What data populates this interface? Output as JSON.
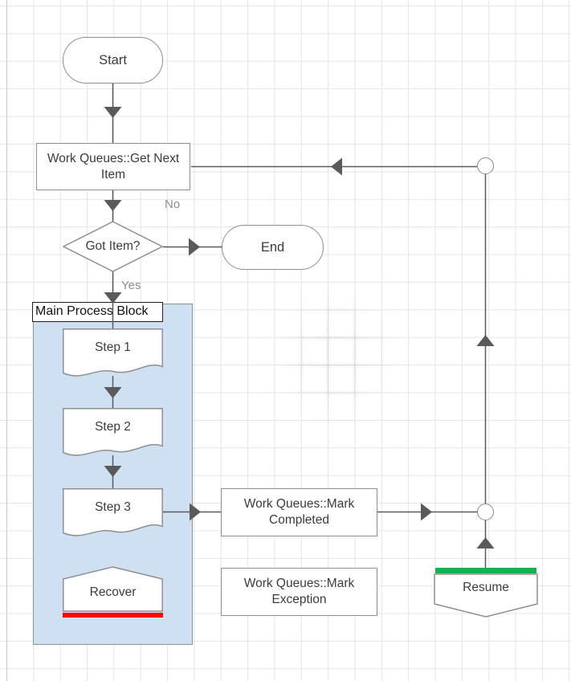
{
  "nodes": {
    "start": "Start",
    "get_next_item": "Work Queues::Get Next Item",
    "got_item": "Got Item?",
    "end": "End",
    "main_block": "Main Process Block",
    "step_1": "Step 1",
    "step_2": "Step 2",
    "step_3": "Step 3",
    "recover": "Recover",
    "mark_completed": "Work Queues::Mark Completed",
    "mark_exception": "Work Queues::Mark Exception",
    "resume": "Resume"
  },
  "edge_labels": {
    "no": "No",
    "yes": "Yes"
  },
  "colors": {
    "block_fill": "#cfe0f3",
    "error_bar": "#fe0101",
    "resume_bar": "#14b14e",
    "connector": "#5a5a5a",
    "shape_stroke": "#8f8f8f",
    "grid": "#e4e5e9"
  }
}
